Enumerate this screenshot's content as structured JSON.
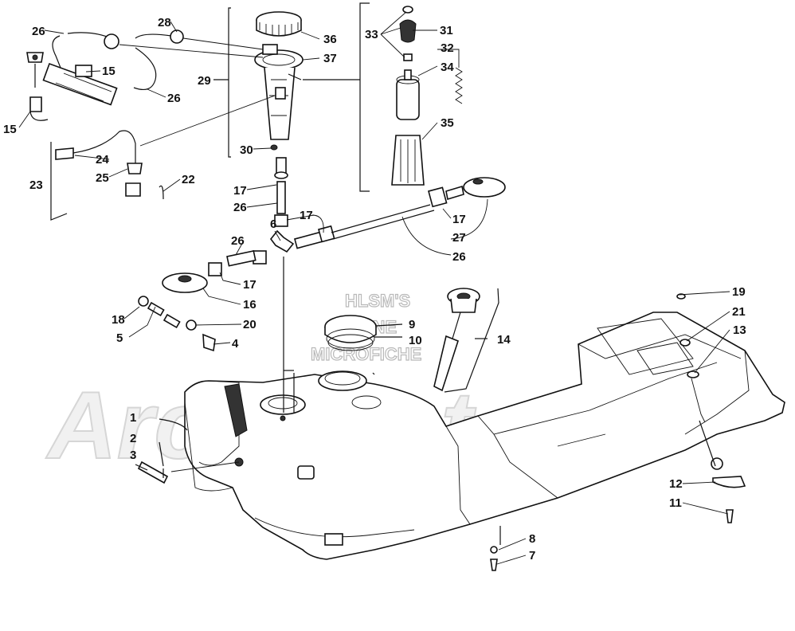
{
  "watermark": {
    "line1": "HLSM'S",
    "line2": "ONLINE",
    "line3": "MICROFICHE",
    "logo": "ArcticCat"
  },
  "labels": {
    "l1": "1",
    "l2": "2",
    "l3": "3",
    "l4": "4",
    "l5": "5",
    "l6": "6",
    "l7": "7",
    "l8": "8",
    "l9": "9",
    "l10": "10",
    "l11": "11",
    "l12": "12",
    "l13": "13",
    "l14": "14",
    "l15a": "15",
    "l15b": "15",
    "l16": "16",
    "l17a": "17",
    "l17b": "17",
    "l17c": "17",
    "l17d": "17",
    "l18": "18",
    "l19": "19",
    "l20": "20",
    "l21": "21",
    "l22": "22",
    "l23": "23",
    "l24": "24",
    "l25": "25",
    "l26a": "26",
    "l26b": "26",
    "l26c": "26",
    "l26d": "26",
    "l26e": "26",
    "l27": "27",
    "l28": "28",
    "l29": "29",
    "l30": "30",
    "l31": "31",
    "l32": "32",
    "l33": "33",
    "l34": "34",
    "l35": "35",
    "l36": "36",
    "l37": "37"
  }
}
